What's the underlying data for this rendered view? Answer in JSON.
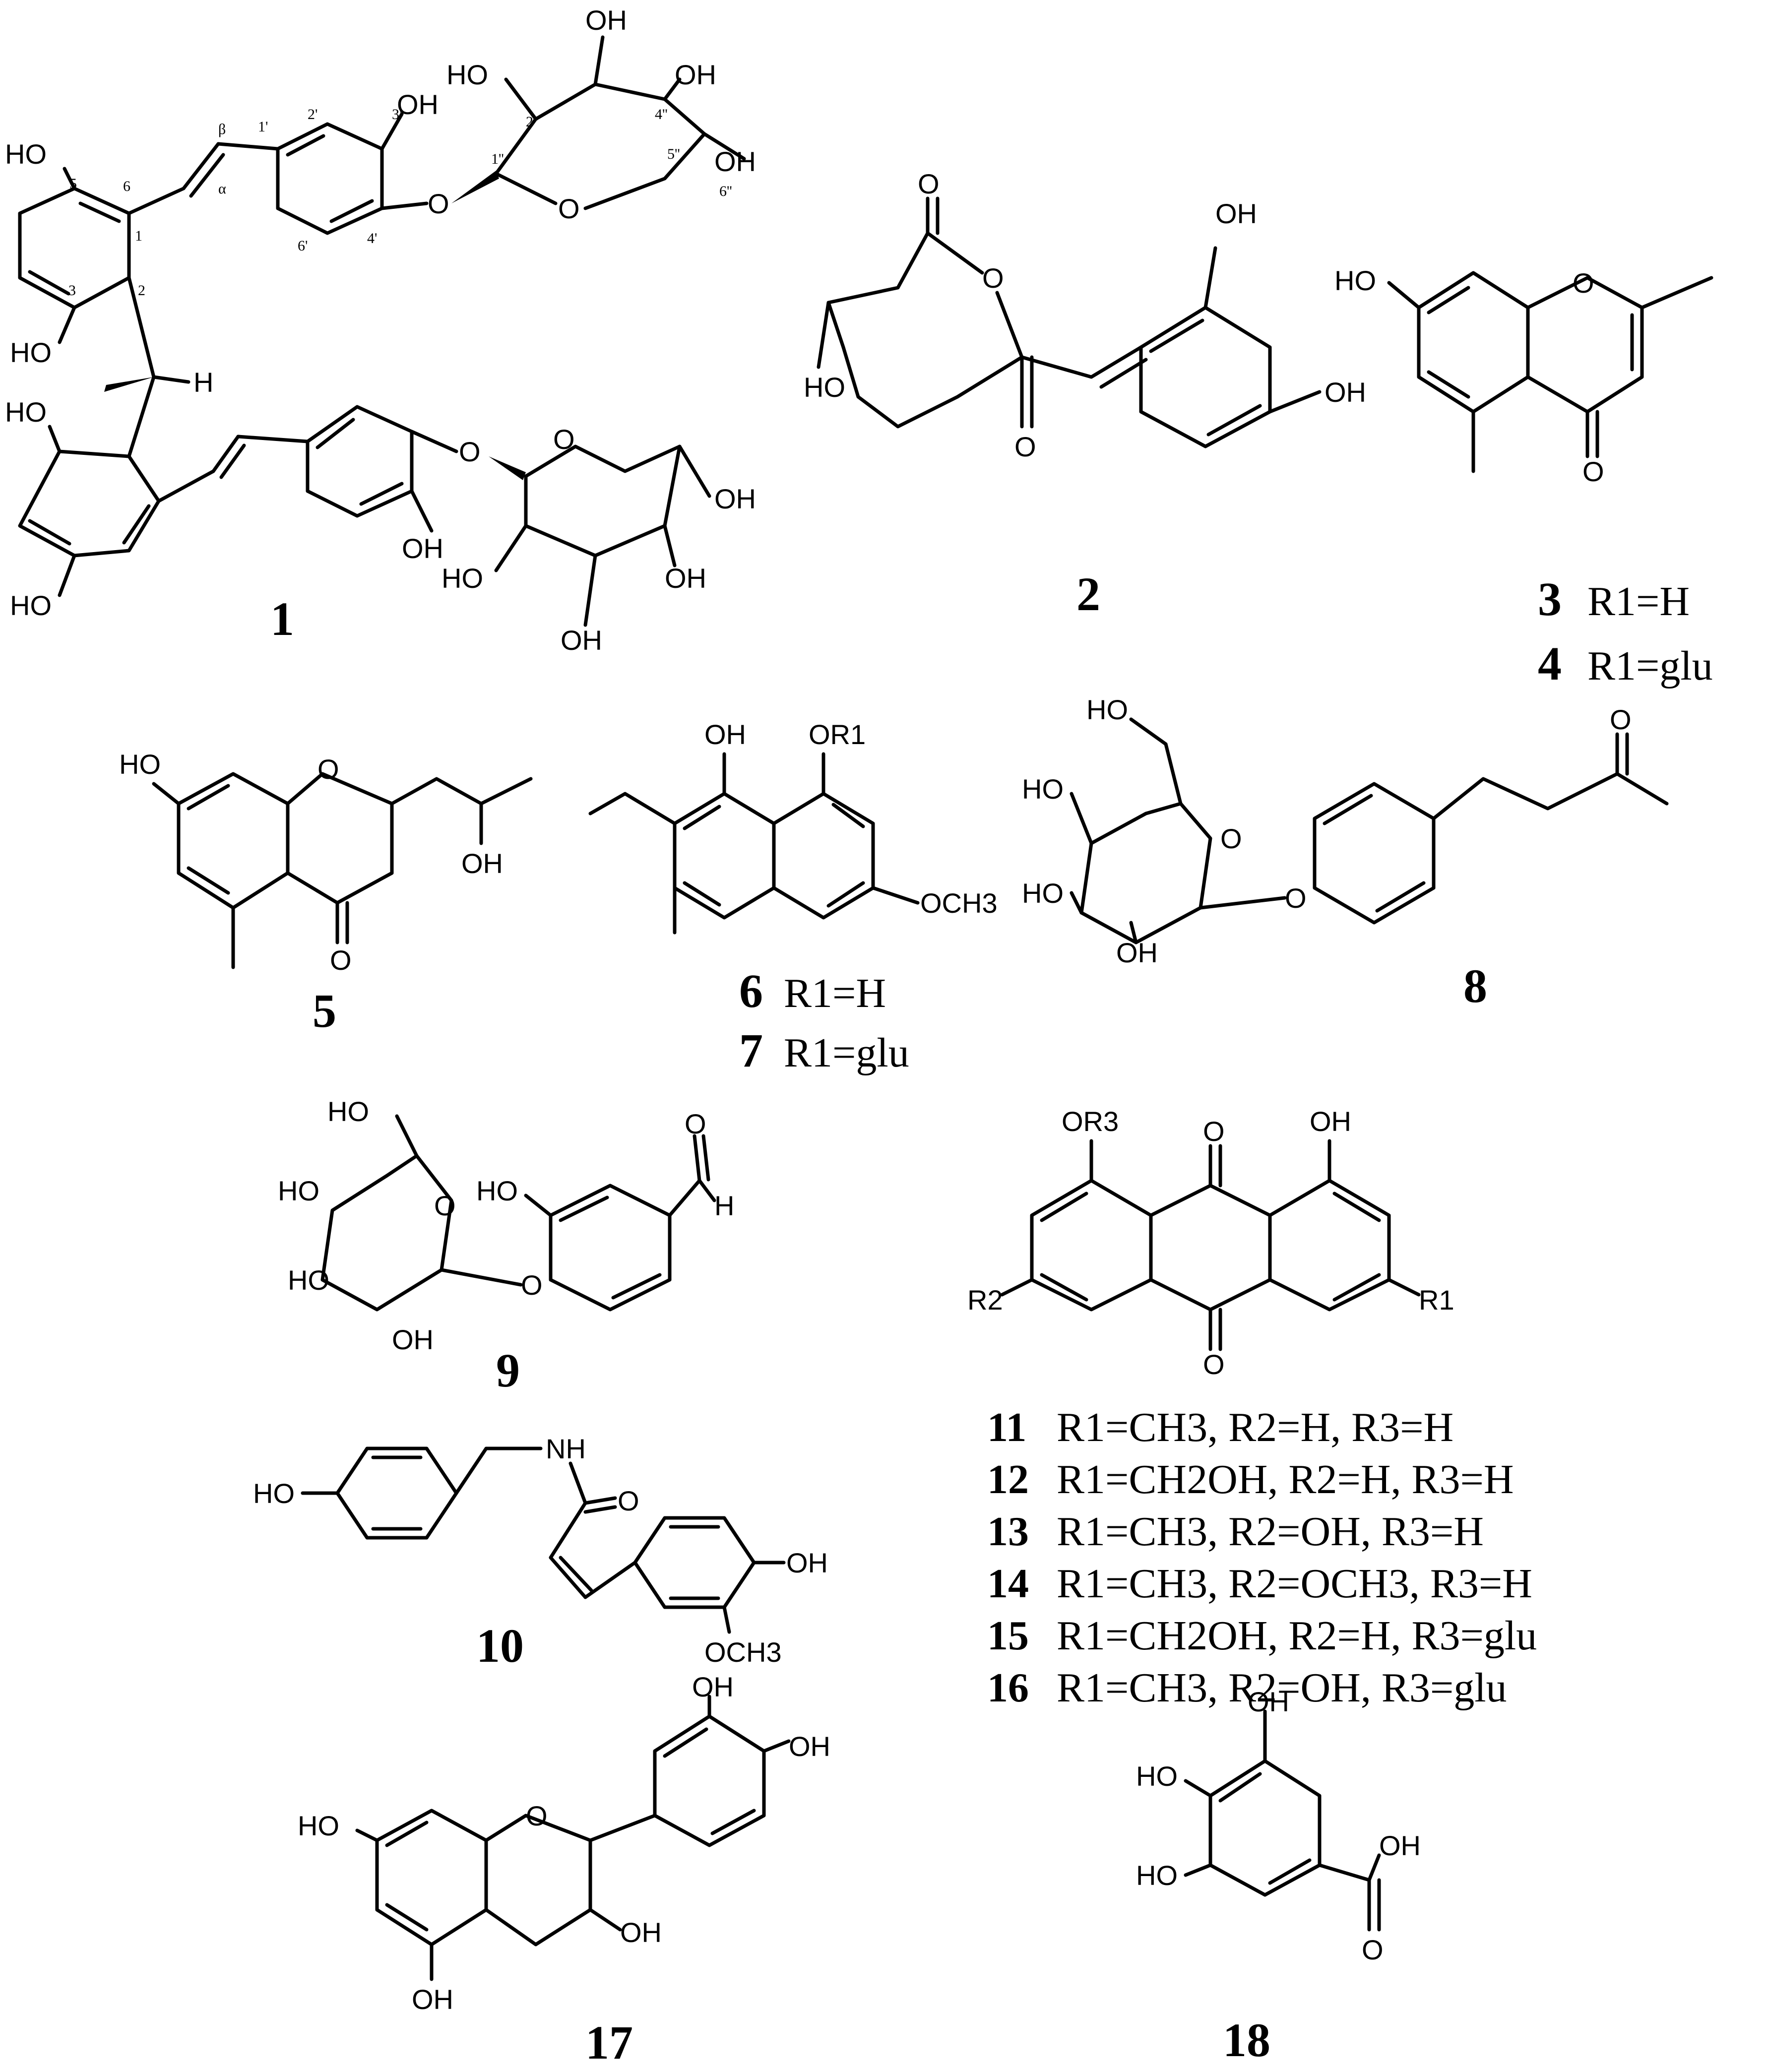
{
  "compounds": [
    {
      "id": "1"
    },
    {
      "id": "2"
    },
    {
      "id": "3",
      "substituent": "R1=H"
    },
    {
      "id": "4",
      "substituent": "R1=glu"
    },
    {
      "id": "5"
    },
    {
      "id": "6",
      "substituent": "R1=H"
    },
    {
      "id": "7",
      "substituent": "R1=glu"
    },
    {
      "id": "8"
    },
    {
      "id": "9"
    },
    {
      "id": "10"
    },
    {
      "id": "11",
      "substituent": "R1=CH3, R2=H, R3=H"
    },
    {
      "id": "12",
      "substituent": "R1=CH2OH, R2=H, R3=H"
    },
    {
      "id": "13",
      "substituent": "R1=CH3, R2=OH, R3=H"
    },
    {
      "id": "14",
      "substituent": "R1=CH3, R2=OCH3, R3=H"
    },
    {
      "id": "15",
      "substituent": "R1=CH2OH, R2=H, R3=glu"
    },
    {
      "id": "16",
      "substituent": "R1=CH3, R2=OH, R3=glu"
    },
    {
      "id": "17"
    },
    {
      "id": "18"
    }
  ],
  "atom_labels": {
    "OH": "OH",
    "HO": "HO",
    "O": "O",
    "H": "H",
    "NH": "NH",
    "OCH3": "OCH3",
    "OR1": "OR1",
    "OR3": "OR3",
    "R1": "R1",
    "R2": "R2"
  },
  "locants": [
    "5",
    "6",
    "1",
    "2",
    "3",
    "β",
    "α",
    "1'",
    "2'",
    "3'",
    "4'",
    "6'",
    "1''",
    "2''",
    "4''",
    "5''",
    "6''"
  ]
}
